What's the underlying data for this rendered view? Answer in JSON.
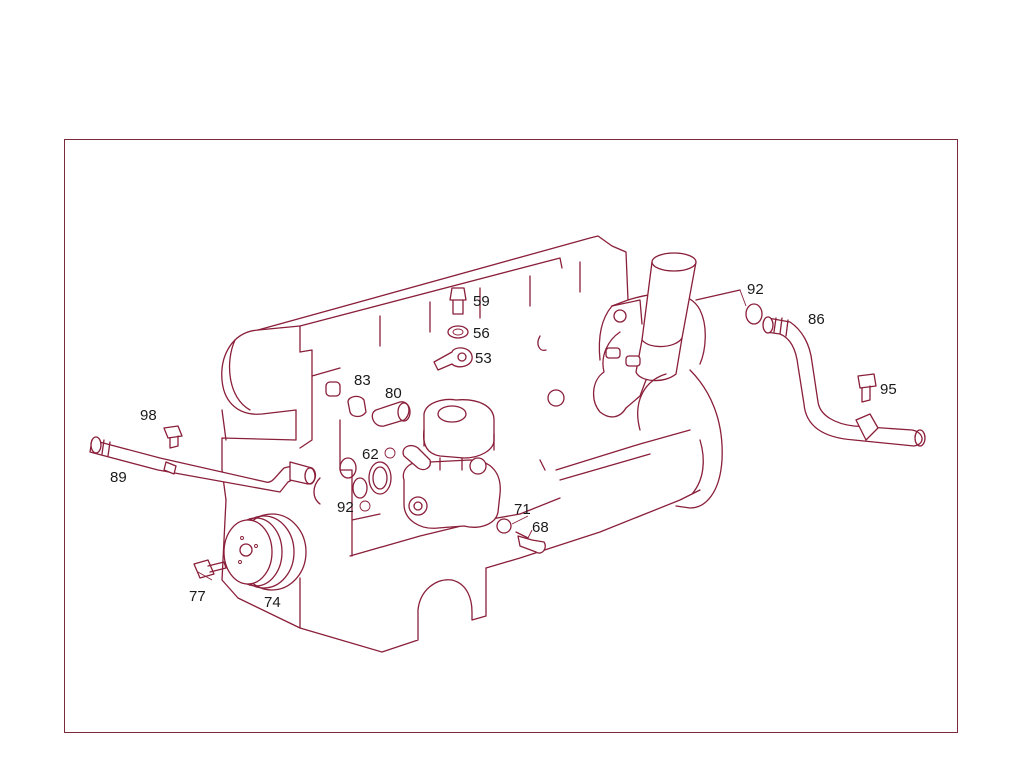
{
  "diagram": {
    "colors": {
      "line": "#8a1f3a",
      "frame": "#7a2a3a",
      "label": "#1a1a1a"
    },
    "callouts": {
      "c59": "59",
      "c56": "56",
      "c53": "53",
      "c83": "83",
      "c80": "80",
      "c62": "62",
      "c92a": "92",
      "c71": "71",
      "c68": "68",
      "c98": "98",
      "c89": "89",
      "c77": "77",
      "c74": "74",
      "c92b": "92",
      "c86": "86",
      "c95": "95"
    }
  }
}
